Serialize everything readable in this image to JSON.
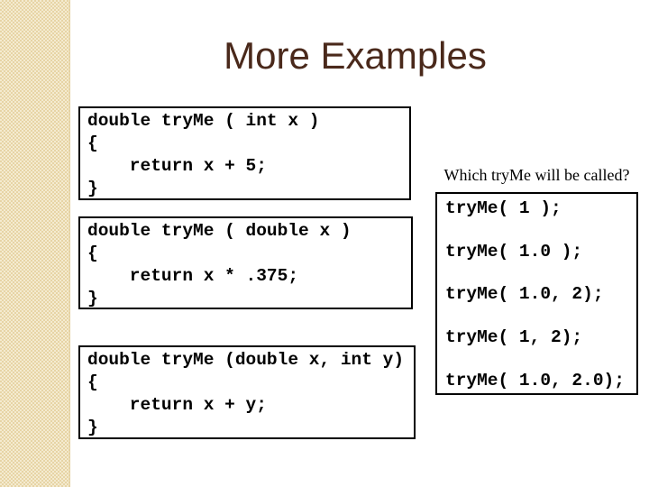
{
  "slide": {
    "title": "More Examples",
    "question": "Which tryMe will be called?",
    "definitions": [
      {
        "lines": [
          "double tryMe ( int x )",
          "{",
          "    return x + 5;",
          "}"
        ]
      },
      {
        "lines": [
          "double tryMe ( double x )",
          "{",
          "    return x * .375;",
          "}"
        ]
      },
      {
        "lines": [
          "double tryMe (double x, int y)",
          "{",
          "    return x + y;",
          "}"
        ]
      }
    ],
    "calls": [
      "tryMe( 1 );",
      "tryMe( 1.0 );",
      "tryMe( 1.0, 2);",
      "tryMe( 1, 2);",
      "tryMe( 1.0, 2.0);"
    ],
    "colors": {
      "title_text": "#4a291b",
      "code_text": "#000000",
      "box_border": "#000000",
      "background": "#ffffff",
      "stripe_light": "#f4ebd0",
      "stripe_dark": "#e7d4a5"
    }
  }
}
